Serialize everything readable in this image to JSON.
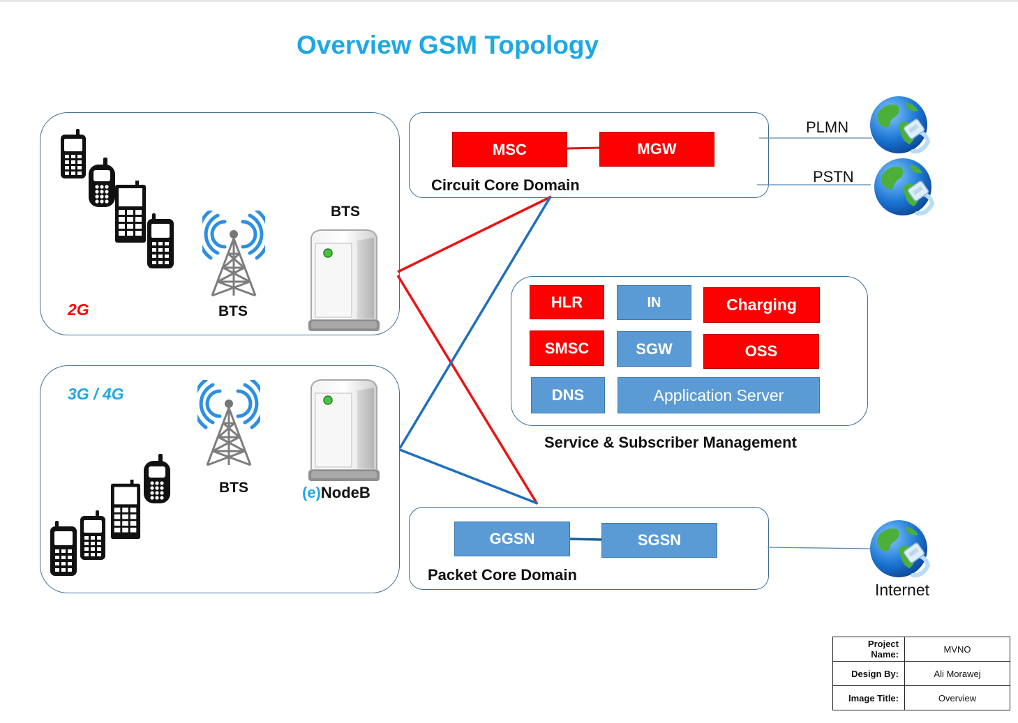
{
  "title": "Overview GSM Topology",
  "radio_2g": {
    "generation": "2G",
    "tower_label": "BTS",
    "server_label": "BTS"
  },
  "radio_3g4g": {
    "generation": "3G / 4G",
    "tower_label": "BTS",
    "server_prefix": "(e)",
    "server_label": "NodeB"
  },
  "circuit_core": {
    "label": "Circuit Core Domain",
    "msc": "MSC",
    "mgw": "MGW"
  },
  "packet_core": {
    "label": "Packet Core Domain",
    "ggsn": "GGSN",
    "sgsn": "SGSN"
  },
  "service": {
    "label": "Service & Subscriber Management",
    "hlr": "HLR",
    "in": "IN",
    "charging": "Charging",
    "smsc": "SMSC",
    "sgw": "SGW",
    "oss": "OSS",
    "dns": "DNS",
    "app_server": "Application Server"
  },
  "external": {
    "plmn": "PLMN",
    "pstn": "PSTN",
    "internet": "Internet"
  },
  "info": {
    "project_name_label": "Project Name:",
    "project_name": "MVNO",
    "design_by_label": "Design By:",
    "design_by": "Ali Morawej",
    "image_title_label": "Image Title:",
    "image_title": "Overview"
  },
  "colors": {
    "title": "#1ea7e4",
    "red": "#ff0000",
    "blue": "#5b9bd5",
    "link_red": "#ee1111",
    "link_blue": "#1f6fbf"
  },
  "icons": [
    "mobile-phone-icon",
    "antenna-tower-icon",
    "server-icon",
    "globe-network-icon"
  ]
}
